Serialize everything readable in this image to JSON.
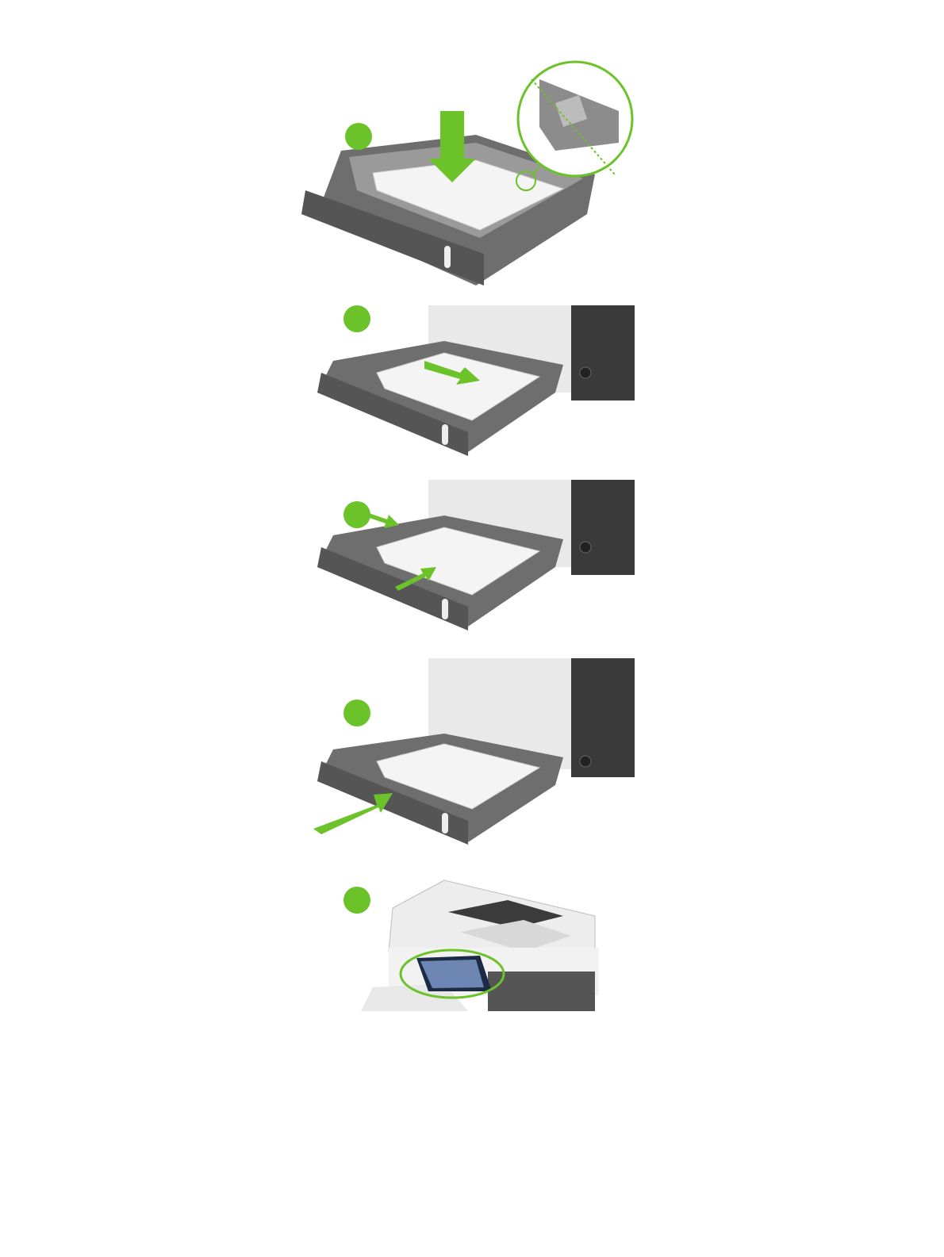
{
  "document": {
    "figure_type": "illustration",
    "colors": {
      "accent_green": "#6cc229",
      "tray_dark": "#4a4a4a",
      "tray_mid": "#7a7a7a",
      "tray_light": "#b5b5b5",
      "printer_body": "#e9e9e9",
      "panel_dark": "#3a3a3a",
      "paper": "#f7f7f7"
    },
    "steps": [
      {
        "id": "step1",
        "number": "",
        "description_icon": "tray-load-paper-down-arrow-illustration"
      },
      {
        "id": "step2",
        "number": "",
        "description_icon": "tray-slide-paper-arrow-illustration"
      },
      {
        "id": "step3",
        "number": "",
        "description_icon": "tray-adjust-guides-arrows-illustration"
      },
      {
        "id": "step4",
        "number": "",
        "description_icon": "tray-close-arrow-illustration"
      },
      {
        "id": "step5",
        "number": "",
        "description_icon": "control-panel-highlight-illustration"
      }
    ]
  }
}
